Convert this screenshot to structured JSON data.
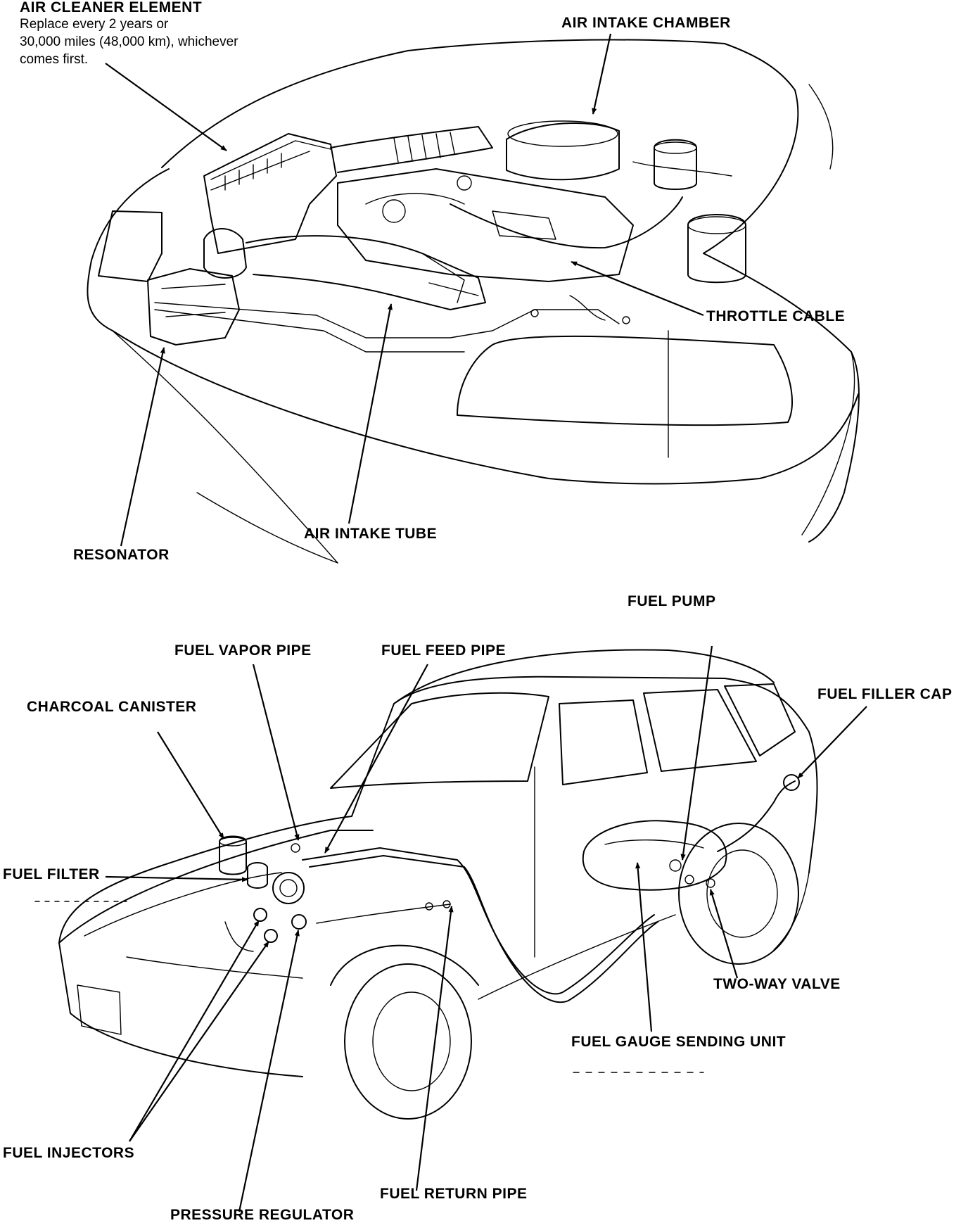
{
  "engine_labels": {
    "air_cleaner_element": "AIR CLEANER ELEMENT",
    "air_cleaner_note": [
      "Replace every 2 years or",
      "30,000 miles (48,000 km), whichever",
      "comes first."
    ],
    "air_intake_chamber": "AIR INTAKE CHAMBER",
    "throttle_cable": "THROTTLE CABLE",
    "air_intake_tube": "AIR INTAKE TUBE",
    "resonator": "RESONATOR"
  },
  "fuel_labels": {
    "fuel_pump": "FUEL PUMP",
    "fuel_vapor_pipe": "FUEL VAPOR PIPE",
    "fuel_feed_pipe": "FUEL FEED PIPE",
    "charcoal_canister": "CHARCOAL CANISTER",
    "fuel_filler_cap": "FUEL FILLER CAP",
    "fuel_filter": "FUEL FILTER",
    "two_way_valve": "TWO-WAY VALVE",
    "fuel_gauge_sending_unit": "FUEL GAUGE SENDING UNIT",
    "fuel_injectors": "FUEL INJECTORS",
    "fuel_return_pipe": "FUEL RETURN PIPE",
    "pressure_regulator": "PRESSURE REGULATOR"
  }
}
